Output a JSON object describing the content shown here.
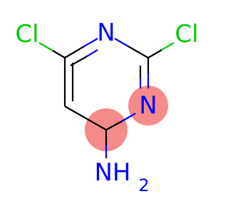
{
  "molecule": {
    "colors": {
      "carbon_bond": "#000000",
      "nitrogen": "#0000ff",
      "chlorine": "#00cc00",
      "highlight": "#f48a8a"
    },
    "atoms": {
      "cl_left": {
        "symbol": "Cl",
        "element": "chlorine"
      },
      "n_top": {
        "symbol": "N",
        "element": "nitrogen"
      },
      "cl_right": {
        "symbol": "Cl",
        "element": "chlorine"
      },
      "n_ring": {
        "symbol": "N",
        "element": "nitrogen"
      },
      "nh2": {
        "symbol": "NH",
        "subscript": "2",
        "element": "nitrogen"
      }
    }
  }
}
